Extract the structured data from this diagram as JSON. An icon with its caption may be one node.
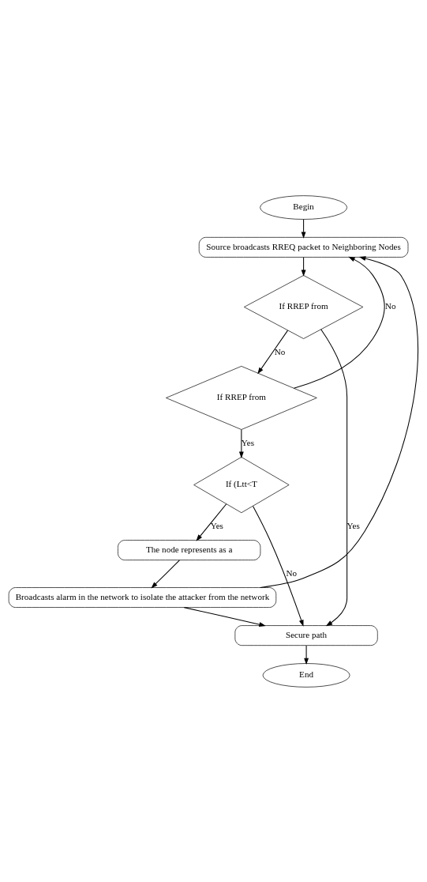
{
  "diagram": {
    "nodes": [
      {
        "text": [
          "Begin"
        ]
      },
      {
        "text": [
          "Source broadcasts RREQ packet to Neighboring Nodes"
        ]
      },
      {
        "text": [
          "If RREP from"
        ]
      },
      {
        "text": [
          "If RREP from"
        ]
      },
      {
        "text": [
          "If (Ltt<T"
        ]
      },
      {
        "text": [
          "The node represents as a"
        ]
      },
      {
        "text": [
          "Broadcasts alarm in the network to isolate the attacker from the network"
        ]
      },
      {
        "text": [
          "Secure path"
        ]
      },
      {
        "text": [
          "End"
        ]
      }
    ],
    "edges": [
      {
        "from": 0,
        "to": 1,
        "arrow": "to"
      },
      {
        "from": 1,
        "to": 2,
        "arrow": "to"
      },
      {
        "from": 2,
        "to": 7,
        "arrow": "to",
        "label": "Yes"
      },
      {
        "from": 2,
        "to": 3,
        "arrow": "to",
        "label": "No"
      },
      {
        "from": 3,
        "to": 1,
        "arrow": "to",
        "label": "No"
      },
      {
        "from": 3,
        "to": 4,
        "arrow": "to",
        "label": "Yes"
      },
      {
        "from": 4,
        "to": 7,
        "arrow": "to",
        "label": "No"
      },
      {
        "from": 4,
        "to": 5,
        "arrow": "to",
        "label": "Yes"
      },
      {
        "from": 5,
        "to": 6,
        "arrow": "to"
      },
      {
        "from": 6,
        "to": 1,
        "arrow": "to"
      },
      {
        "from": 6,
        "to": 7,
        "arrow": "to"
      },
      {
        "from": 7,
        "to": 8,
        "arrow": "to"
      }
    ]
  }
}
